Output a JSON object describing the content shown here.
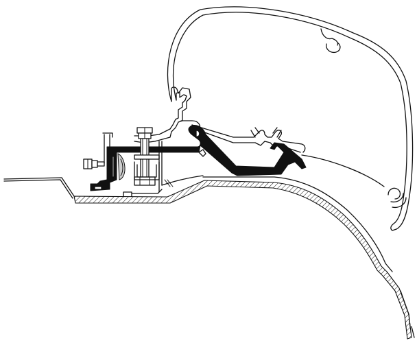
{
  "diagram": {
    "components": [
      {
        "id": "awning-case",
        "icon": "awning-case-outline"
      },
      {
        "id": "mounting-rail",
        "icon": "awning-rail-profile"
      },
      {
        "id": "adapter-bracket",
        "icon": "black-adapter-profile"
      },
      {
        "id": "roof-panel",
        "icon": "hatched-vehicle-roof"
      },
      {
        "id": "bolt",
        "icon": "hex-bolt"
      },
      {
        "id": "nut",
        "icon": "hex-nut"
      },
      {
        "id": "rubber-seal",
        "icon": "rubber-seal"
      }
    ],
    "colors": {
      "line": "#111111",
      "fill": "#ffffff",
      "accent": "#cfcfcf"
    }
  }
}
